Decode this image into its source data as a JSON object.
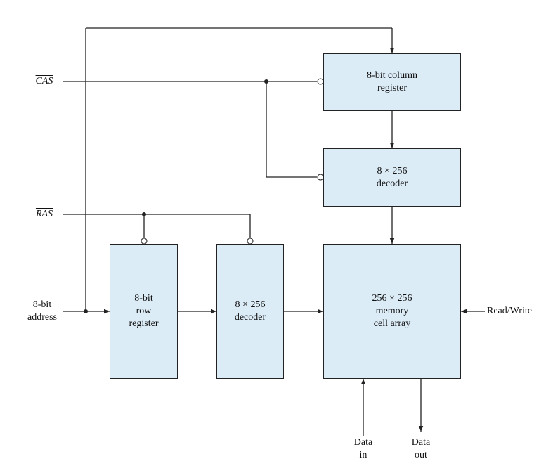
{
  "colors": {
    "block_fill": "#dcecf7",
    "line": "#222222"
  },
  "signals": {
    "cas": "CAS",
    "ras": "RAS",
    "address": [
      "8-bit",
      "address"
    ],
    "read_write": "Read/Write",
    "data_in": [
      "Data",
      "in"
    ],
    "data_out": [
      "Data",
      "out"
    ]
  },
  "blocks": {
    "column_register": [
      "8-bit column",
      "register"
    ],
    "column_decoder": [
      "8 × 256",
      "decoder"
    ],
    "row_register": [
      "8-bit",
      "row",
      "register"
    ],
    "row_decoder": [
      "8 × 256",
      "decoder"
    ],
    "memory_array": [
      "256 × 256",
      "memory",
      "cell array"
    ]
  }
}
